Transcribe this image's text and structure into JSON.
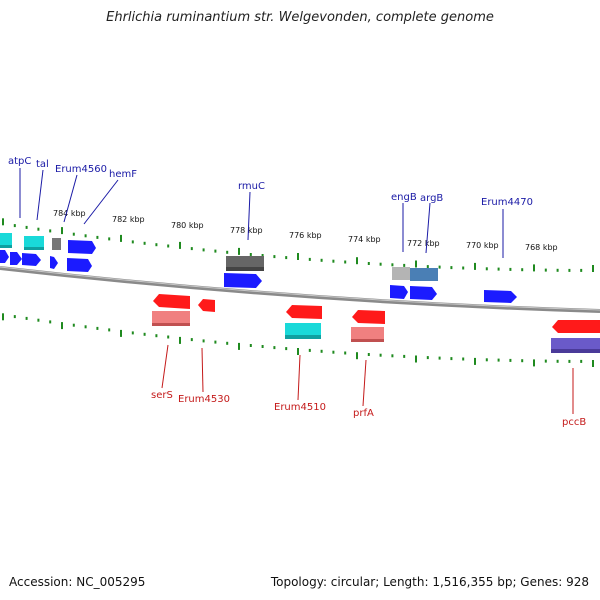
{
  "title": "Ehrlichia ruminantium str. Welgevonden, complete genome",
  "footer": {
    "accession": "Accession: NC_005295",
    "stats": "Topology: circular; Length: 1,516,355 bp; Genes: 928"
  },
  "colors": {
    "backbone": "#8a8a8a",
    "tick": "#1f8a1f",
    "forward_gene": "#1b1bff",
    "reverse_gene": "#ff1a1a",
    "rRNA_tRNA_cyan": "#19d9d9",
    "grey_feature": "#777777",
    "steelblue_feature": "#4a7fb5",
    "slateblue_feature": "#6a5ac9",
    "salmon_feature": "#f08080"
  },
  "tick_labels": [
    "784 kbp",
    "782 kbp",
    "780 kbp",
    "778 kbp",
    "776 kbp",
    "774 kbp",
    "772 kbp",
    "770 kbp",
    "768 kbp"
  ],
  "forward_labels": [
    "atpC",
    "tal",
    "Erum4560",
    "hemF",
    "rmuC",
    "engB",
    "argB",
    "Erum4470"
  ],
  "reverse_labels": [
    "serS",
    "Erum4530",
    "Erum4510",
    "prfA",
    "pccB"
  ]
}
